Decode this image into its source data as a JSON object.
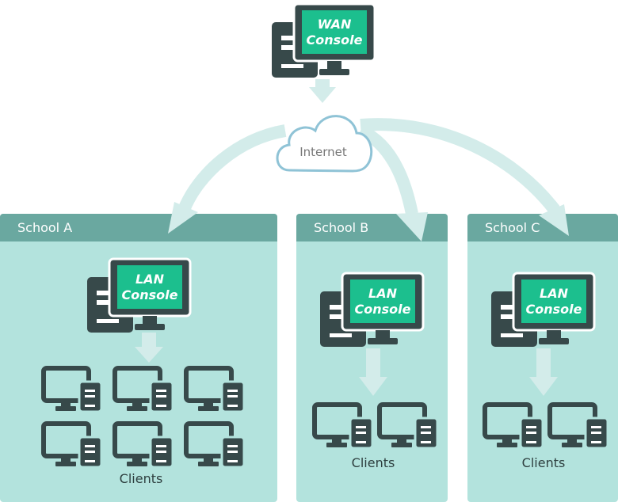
{
  "wan": {
    "line1": "WAN",
    "line2": "Console"
  },
  "internet": {
    "label": "Internet"
  },
  "schools": [
    {
      "name": "School A",
      "console": {
        "line1": "LAN",
        "line2": "Console"
      },
      "clients_label": "Clients",
      "client_count": 6
    },
    {
      "name": "School B",
      "console": {
        "line1": "LAN",
        "line2": "Console"
      },
      "clients_label": "Clients",
      "client_count": 2
    },
    {
      "name": "School C",
      "console": {
        "line1": "LAN",
        "line2": "Console"
      },
      "clients_label": "Clients",
      "client_count": 2
    }
  ],
  "colors": {
    "dark": "#37494a",
    "screen": "#1cbf8e",
    "panel": "#b3e3dd",
    "header": "#6aa8a0",
    "arrow": "#d3ecea",
    "cloud": "#8fc3d6"
  }
}
